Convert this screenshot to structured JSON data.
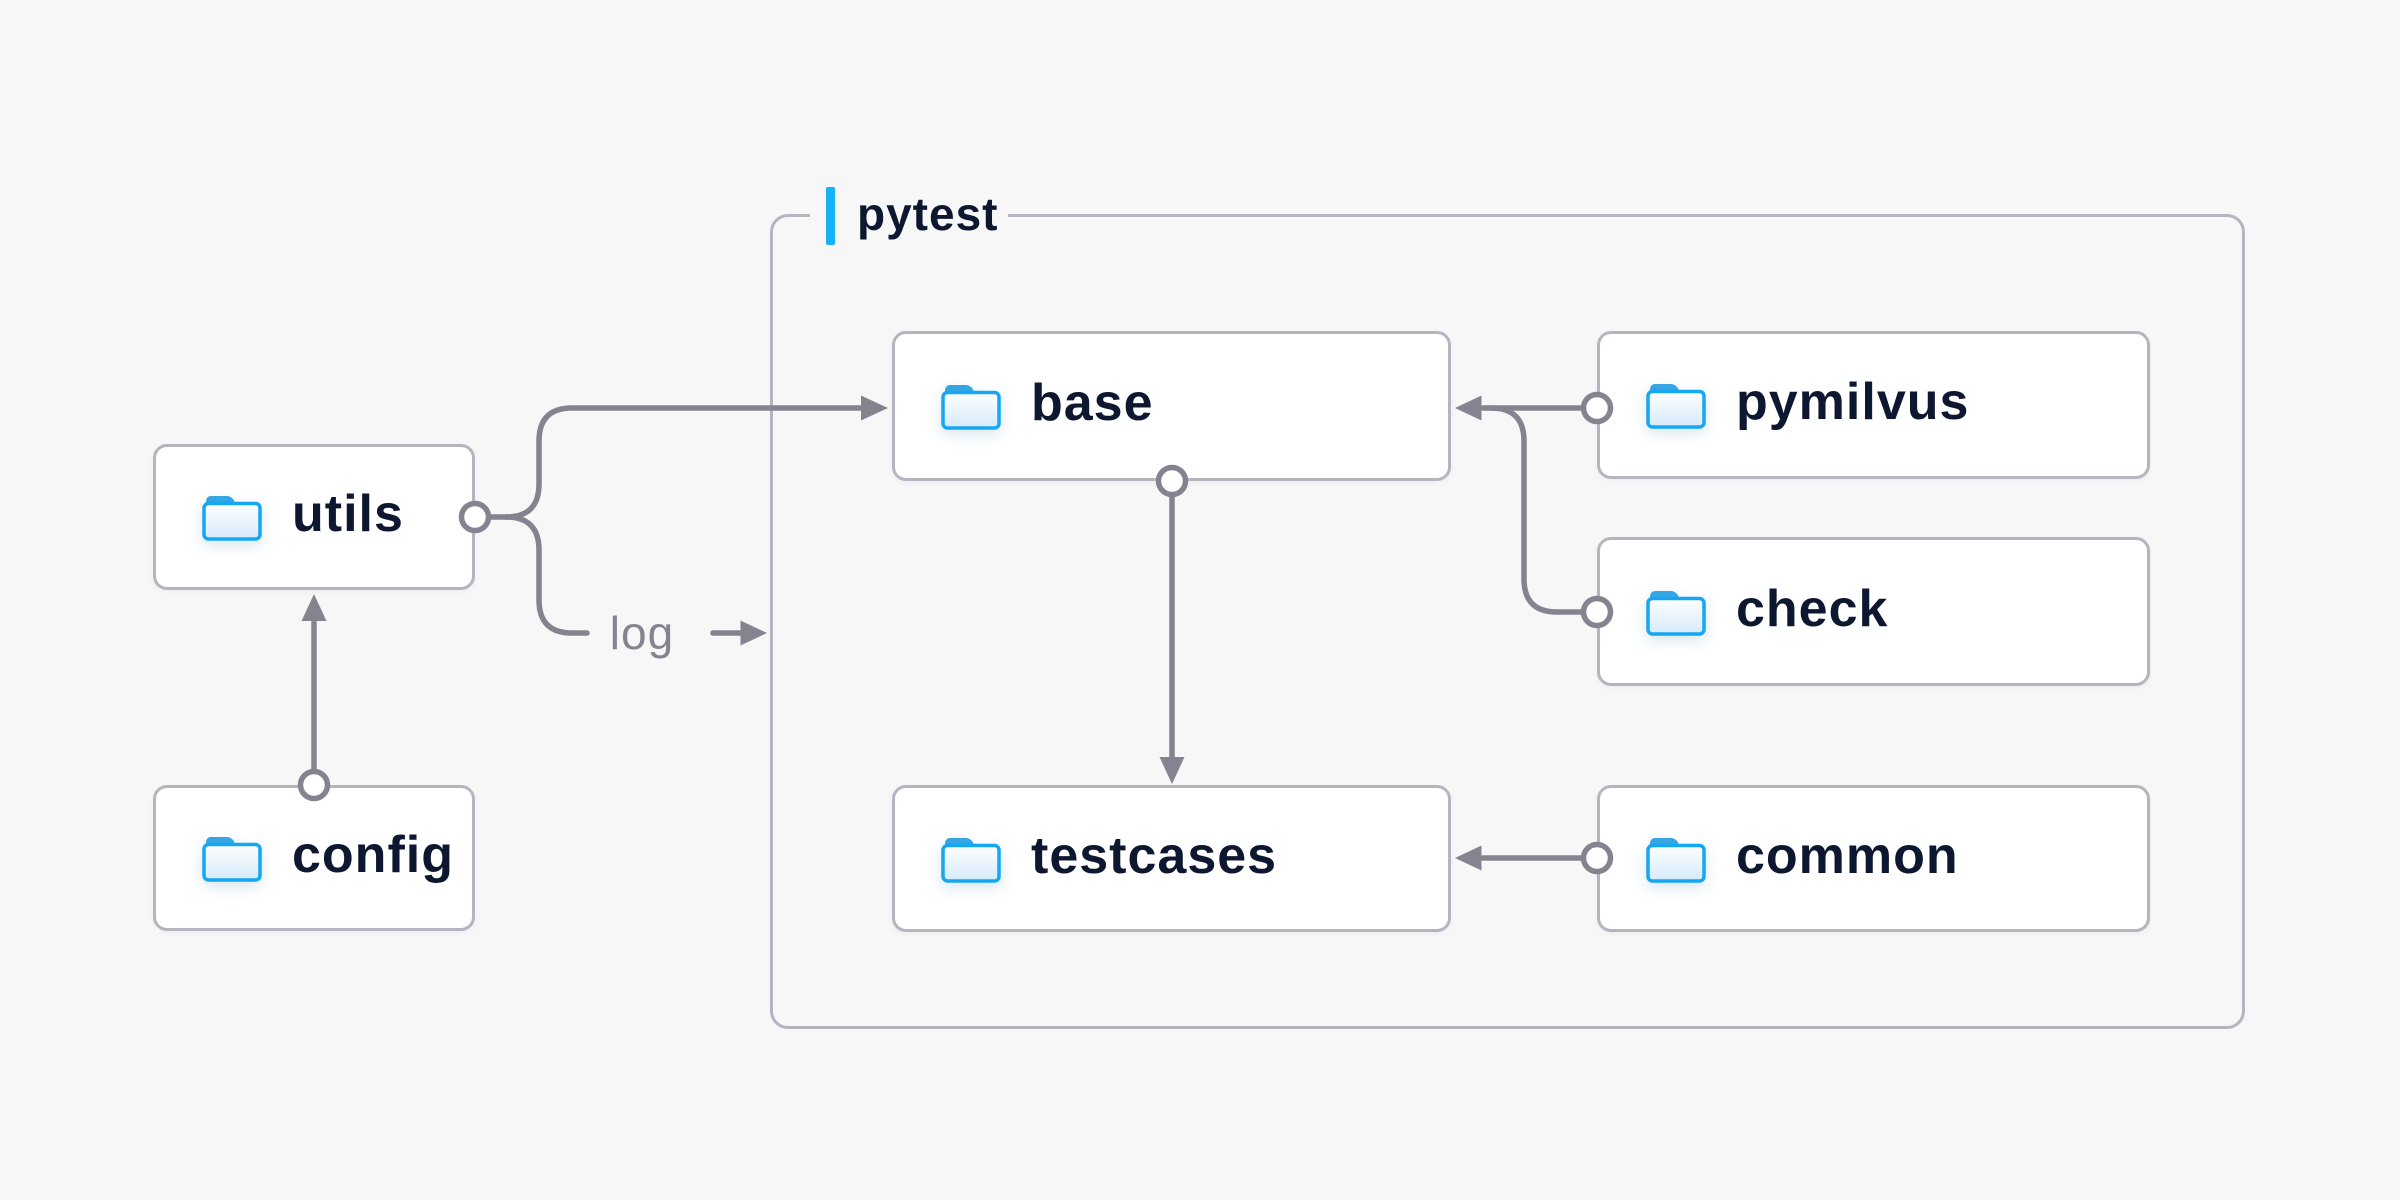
{
  "diagram": {
    "group": {
      "label": "pytest"
    },
    "nodes": [
      {
        "id": "utils",
        "label": "utils",
        "icon": "folder-icon",
        "inside_group": false
      },
      {
        "id": "config",
        "label": "config",
        "icon": "folder-icon",
        "inside_group": false
      },
      {
        "id": "base",
        "label": "base",
        "icon": "folder-icon",
        "inside_group": true
      },
      {
        "id": "pymilvus",
        "label": "pymilvus",
        "icon": "folder-icon",
        "inside_group": true
      },
      {
        "id": "check",
        "label": "check",
        "icon": "folder-icon",
        "inside_group": true
      },
      {
        "id": "testcases",
        "label": "testcases",
        "icon": "folder-icon",
        "inside_group": true
      },
      {
        "id": "common",
        "label": "common",
        "icon": "folder-icon",
        "inside_group": true
      }
    ],
    "edge_label": {
      "text": "log"
    },
    "edges": [
      {
        "from": "config",
        "to": "utils"
      },
      {
        "from": "utils",
        "to": "base"
      },
      {
        "from": "utils",
        "to": "pytest-group",
        "label": "log"
      },
      {
        "from": "pymilvus",
        "to": "base"
      },
      {
        "from": "check",
        "to": "base"
      },
      {
        "from": "base",
        "to": "testcases"
      },
      {
        "from": "common",
        "to": "testcases"
      }
    ],
    "colors": {
      "background": "#f7f7f8",
      "node_fill": "#ffffff",
      "border_gray": "#b4b5bf",
      "connector_gray": "#83848f",
      "label_navy": "#0d1830",
      "muted_gray": "#83848f",
      "accent_blue": "#16b2f5",
      "folder_stroke_blue": "#16a7f2",
      "folder_tab_blue": "#35a6e3"
    }
  }
}
